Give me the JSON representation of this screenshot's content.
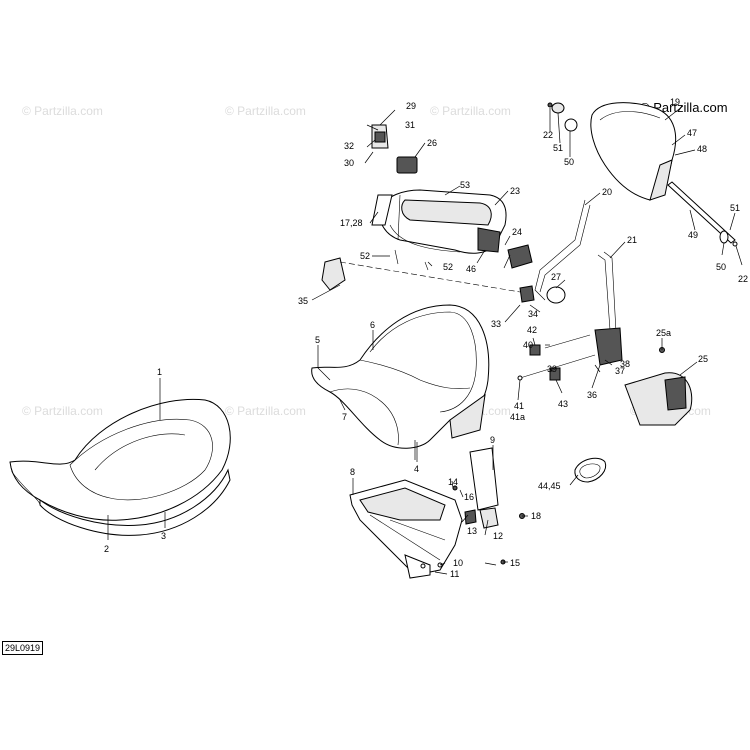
{
  "watermark": {
    "text": "© Partzilla.com",
    "main_text": "© Partzilla.com"
  },
  "reference_code": "29L0919",
  "callouts": {
    "c1": "1",
    "c2": "2",
    "c3": "3",
    "c4": "4",
    "c5": "5",
    "c6": "6",
    "c7": "7",
    "c8": "8",
    "c9": "9",
    "c10": "10",
    "c11": "11",
    "c12": "12",
    "c13": "13",
    "c14": "14",
    "c15": "15",
    "c16": "16",
    "c17_28": "17,28",
    "c18": "18",
    "c19": "19",
    "c20": "20",
    "c21": "21",
    "c22a": "22",
    "c22b": "22",
    "c23": "23",
    "c24": "24",
    "c25": "25",
    "c25a": "25a",
    "c26": "26",
    "c27": "27",
    "c29": "29",
    "c30": "30",
    "c31": "31",
    "c32": "32",
    "c33": "33",
    "c34": "34",
    "c35": "35",
    "c36": "36",
    "c37": "37",
    "c38": "38",
    "c39": "39",
    "c40": "40",
    "c41": "41",
    "c41a": "41a",
    "c42": "42",
    "c43": "43",
    "c44_45": "44,45",
    "c46": "46",
    "c47": "47",
    "c48": "48",
    "c49": "49",
    "c50a": "50",
    "c50b": "50",
    "c51a": "51",
    "c51b": "51",
    "c52a": "52",
    "c52b": "52",
    "c53": "53"
  }
}
